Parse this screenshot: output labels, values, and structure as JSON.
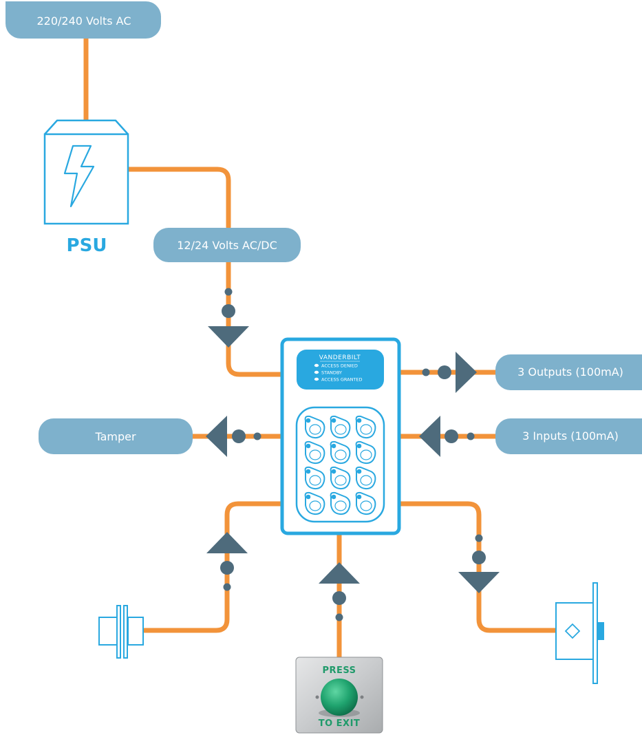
{
  "labels": {
    "mains": "220/240 Volts AC",
    "psu": "PSU",
    "low_voltage": "12/24 Volts AC/DC",
    "outputs": "3 Outputs (100mA)",
    "inputs": "3 Inputs (100mA)",
    "tamper": "Tamper"
  },
  "keypad": {
    "brand": "VANDERBILT",
    "leds": [
      "ACCESS DENIED",
      "STANDBY",
      "ACCESS GRANTED"
    ]
  },
  "exit_button": {
    "top": "PRESS",
    "bottom": "TO EXIT"
  },
  "colors": {
    "wire": "#f2933a",
    "pill": "#7eb1cc",
    "node": "#4e6b7c",
    "accent": "#29a8e0",
    "button_green": "#1fa36e"
  }
}
